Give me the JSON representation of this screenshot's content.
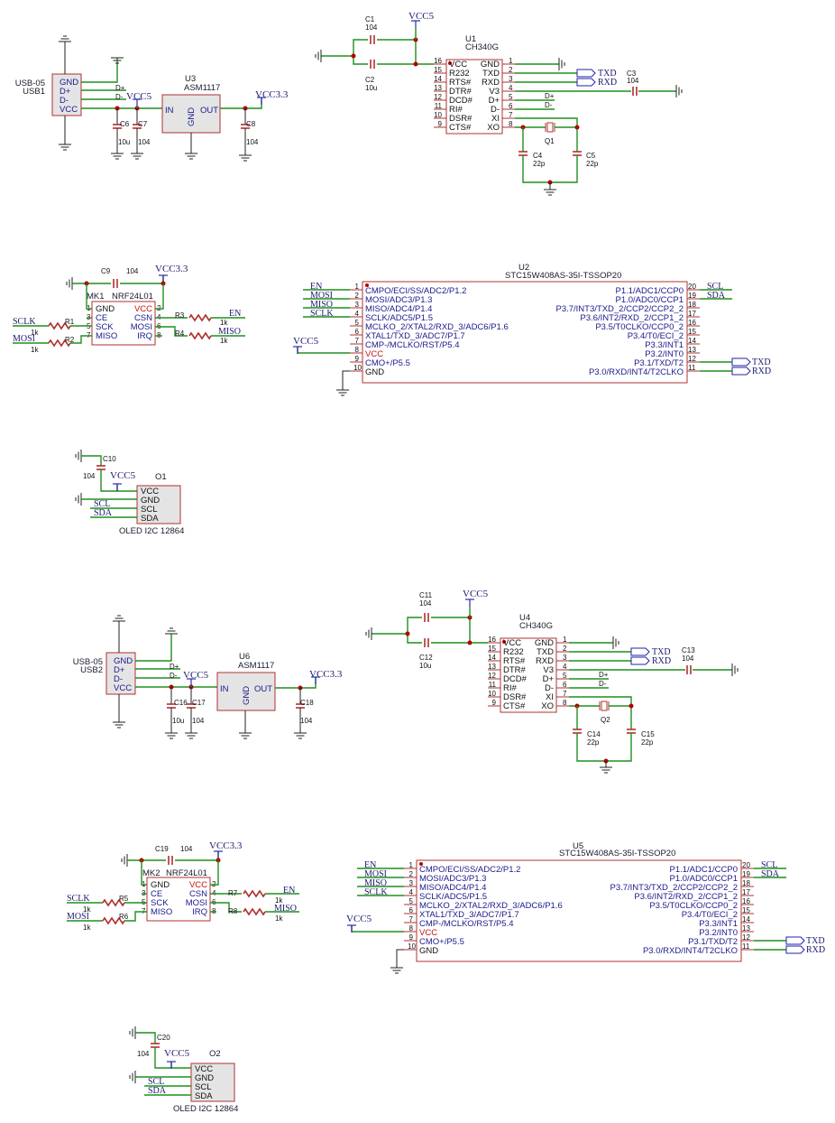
{
  "usb": [
    {
      "ref": "USB1",
      "value": "USB-05",
      "pins": [
        "GND",
        "D+",
        "D-",
        "VCC"
      ],
      "nets": [
        "D+",
        "D-"
      ]
    },
    {
      "ref": "USB2",
      "value": "USB-05",
      "pins": [
        "GND",
        "D+",
        "D-",
        "VCC"
      ],
      "nets": [
        "D+",
        "D-"
      ]
    }
  ],
  "power": {
    "vcc5": "VCC5",
    "vcc33": "VCC3.3"
  },
  "ldo": [
    {
      "ref": "U3",
      "value": "ASM1117",
      "pins": [
        "IN",
        "GND",
        "OUT"
      ]
    },
    {
      "ref": "U6",
      "value": "ASM1117",
      "pins": [
        "IN",
        "GND",
        "OUT"
      ]
    }
  ],
  "ldo_caps": [
    [
      {
        "ref": "C6",
        "value": "10u"
      },
      {
        "ref": "C7",
        "value": "104"
      },
      {
        "ref": "C8",
        "value": "104"
      }
    ],
    [
      {
        "ref": "C16",
        "value": "10u"
      },
      {
        "ref": "C17",
        "value": "104"
      },
      {
        "ref": "C18",
        "value": "104"
      }
    ]
  ],
  "ch340": [
    {
      "ref": "U1",
      "value": "CH340G",
      "caps": [
        {
          "ref": "C1",
          "value": "104"
        },
        {
          "ref": "C2",
          "value": "10u"
        },
        {
          "ref": "C3",
          "value": "104"
        },
        {
          "ref": "C4",
          "value": "22p"
        },
        {
          "ref": "C5",
          "value": "22p"
        }
      ],
      "crystal": "Q1"
    },
    {
      "ref": "U4",
      "value": "CH340G",
      "caps": [
        {
          "ref": "C11",
          "value": "104"
        },
        {
          "ref": "C12",
          "value": "10u"
        },
        {
          "ref": "C13",
          "value": "104"
        },
        {
          "ref": "C14",
          "value": "22p"
        },
        {
          "ref": "C15",
          "value": "22p"
        }
      ],
      "crystal": "Q2"
    }
  ],
  "ch340_pins": {
    "left": [
      {
        "num": "16",
        "name": "VCC"
      },
      {
        "num": "15",
        "name": "R232"
      },
      {
        "num": "14",
        "name": "RTS#"
      },
      {
        "num": "13",
        "name": "DTR#"
      },
      {
        "num": "12",
        "name": "DCD#"
      },
      {
        "num": "11",
        "name": "RI#"
      },
      {
        "num": "10",
        "name": "DSR#"
      },
      {
        "num": "9",
        "name": "CTS#"
      }
    ],
    "right": [
      {
        "num": "1",
        "name": "GND"
      },
      {
        "num": "2",
        "name": "TXD"
      },
      {
        "num": "3",
        "name": "RXD"
      },
      {
        "num": "4",
        "name": "V3"
      },
      {
        "num": "5",
        "name": "D+"
      },
      {
        "num": "6",
        "name": "D-"
      },
      {
        "num": "7",
        "name": "XI"
      },
      {
        "num": "8",
        "name": "XO"
      }
    ]
  },
  "ch340_nets": [
    "TXD",
    "RXD",
    "D+",
    "D-"
  ],
  "nrf": [
    {
      "ref": "MK1",
      "value": "NRF24L01",
      "cap": {
        "ref": "C9",
        "value": "104"
      },
      "res": [
        {
          "ref": "R1",
          "value": "1k",
          "net": "SCLK"
        },
        {
          "ref": "R2",
          "value": "1k",
          "net": "MOSI"
        },
        {
          "ref": "R3",
          "value": "1k",
          "net": "EN"
        },
        {
          "ref": "R4",
          "value": "1k",
          "net": "MISO"
        }
      ]
    },
    {
      "ref": "MK2",
      "value": "NRF24L01",
      "cap": {
        "ref": "C19",
        "value": "104"
      },
      "res": [
        {
          "ref": "R5",
          "value": "1k",
          "net": "SCLK"
        },
        {
          "ref": "R6",
          "value": "1k",
          "net": "MOSI"
        },
        {
          "ref": "R7",
          "value": "1k",
          "net": "EN"
        },
        {
          "ref": "R8",
          "value": "1k",
          "net": "MISO"
        }
      ]
    }
  ],
  "nrf_pins": {
    "left": [
      {
        "num": "1",
        "name": "GND"
      },
      {
        "num": "3",
        "name": "CE"
      },
      {
        "num": "5",
        "name": "SCK"
      },
      {
        "num": "7",
        "name": "MISO"
      }
    ],
    "right": [
      {
        "num": "2",
        "name": "VCC"
      },
      {
        "num": "4",
        "name": "CSN"
      },
      {
        "num": "6",
        "name": "MOSI"
      },
      {
        "num": "8",
        "name": "IRQ"
      }
    ]
  },
  "stc": [
    {
      "ref": "U2",
      "value": "STC15W408AS-35I-TSSOP20"
    },
    {
      "ref": "U5",
      "value": "STC15W408AS-35I-TSSOP20"
    }
  ],
  "stc_pins": {
    "left": [
      {
        "num": "1",
        "name": "CMPO/ECI/SS/ADC2/P1.2"
      },
      {
        "num": "2",
        "name": "MOSI/ADC3/P1.3"
      },
      {
        "num": "3",
        "name": "MISO/ADC4/P1.4"
      },
      {
        "num": "4",
        "name": "SCLK/ADC5/P1.5"
      },
      {
        "num": "5",
        "name": "MCLKO_2/XTAL2/RXD_3/ADC6/P1.6"
      },
      {
        "num": "6",
        "name": "XTAL1/TXD_3/ADC7/P1.7"
      },
      {
        "num": "7",
        "name": "CMP-/MCLKO/RST/P5.4"
      },
      {
        "num": "8",
        "name": "VCC"
      },
      {
        "num": "9",
        "name": "CMO+/P5.5"
      },
      {
        "num": "10",
        "name": "GND"
      }
    ],
    "right": [
      {
        "num": "20",
        "name": "P1.1/ADC1/CCP0"
      },
      {
        "num": "19",
        "name": "P1.0/ADC0/CCP1"
      },
      {
        "num": "18",
        "name": "P3.7/INT3/TXD_2/CCP2/CCP2_2"
      },
      {
        "num": "17",
        "name": "P3.6/INT2/RXD_2/CCP1_2"
      },
      {
        "num": "16",
        "name": "P3.5/T0CLKO/CCP0_2"
      },
      {
        "num": "15",
        "name": "P3.4/T0/ECI_2"
      },
      {
        "num": "14",
        "name": "P3.3/INT1"
      },
      {
        "num": "13",
        "name": "P3.2/INT0"
      },
      {
        "num": "12",
        "name": "P3.1/TXD/T2"
      },
      {
        "num": "11",
        "name": "P3.0/RXD/INT4/T2CLKO"
      }
    ]
  },
  "stc_nets": {
    "left": [
      "EN",
      "MOSI",
      "MISO",
      "SCLK"
    ],
    "right": [
      "SCL",
      "SDA",
      "TXD",
      "RXD"
    ]
  },
  "oled": [
    {
      "ref": "O1",
      "value": "OLED I2C 12864",
      "cap": {
        "ref": "C10",
        "value": "104"
      }
    },
    {
      "ref": "O2",
      "value": "OLED I2C 12864",
      "cap": {
        "ref": "C20",
        "value": "104"
      }
    }
  ],
  "oled_pins": [
    "VCC",
    "GND",
    "SCL",
    "SDA"
  ],
  "oled_nets": [
    "SCL",
    "SDA"
  ]
}
